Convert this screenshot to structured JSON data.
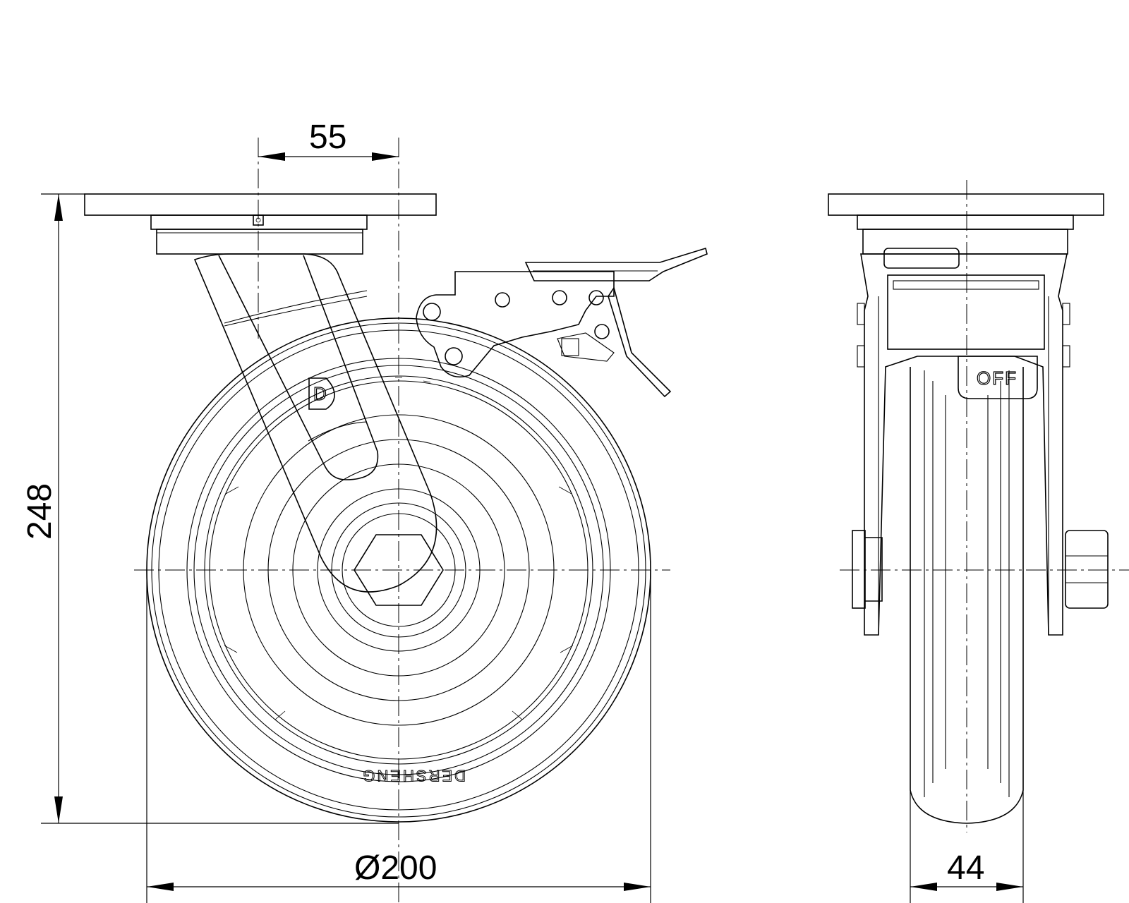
{
  "dimensions": {
    "offset": "55",
    "height": "248",
    "wheel_diameter": "Ø200",
    "wheel_width": "44"
  },
  "labels": {
    "brake_state": "OFF",
    "brand": "DERSHENG",
    "logo_letter": "D"
  }
}
